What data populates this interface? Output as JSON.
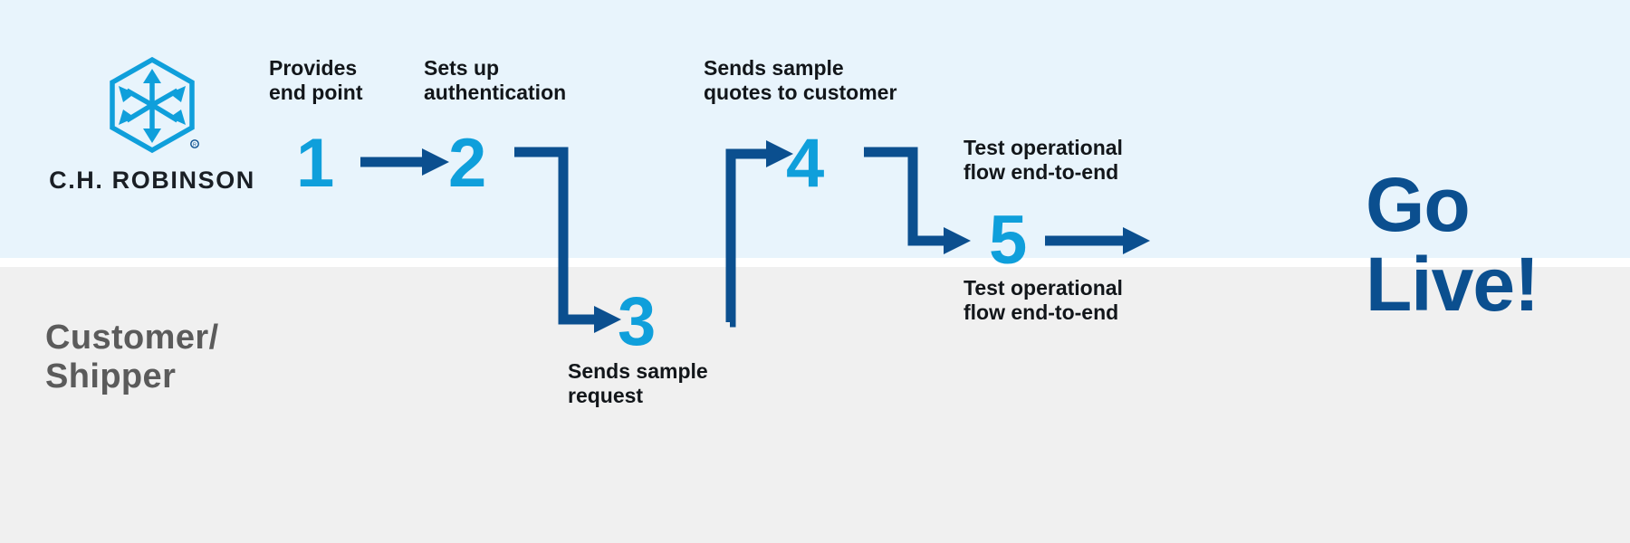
{
  "diagram": {
    "title": "C.H. Robinson API onboarding process flow",
    "lanes": [
      {
        "id": "provider",
        "label": "",
        "band_color": "#e8f4fc"
      },
      {
        "id": "customer",
        "label": "Customer/\nShipper",
        "band_color": "#f0f0f0"
      }
    ],
    "brand": {
      "logo_icon": "ch-robinson-hexagon-logo",
      "wordmark": "C.H. ROBINSON",
      "registered_mark": "®"
    },
    "colors": {
      "band_top": "#e8f4fc",
      "band_bottom": "#f0f0f0",
      "numeral_blue": "#0f9fdb",
      "arrow_blue": "#0b4f8f",
      "golive_blue": "#0b4f8f",
      "caption_black": "#12161a",
      "lane_label_gray": "#5b5b5b",
      "wordmark_black": "#1a1f25"
    },
    "steps": [
      {
        "number": "1",
        "caption_above": "Provides\nend point",
        "caption_below": "",
        "lane": "provider"
      },
      {
        "number": "2",
        "caption_above": "Sets up\nauthentication",
        "caption_below": "",
        "lane": "provider"
      },
      {
        "number": "3",
        "caption_above": "",
        "caption_below": "Sends sample\nrequest",
        "lane": "customer"
      },
      {
        "number": "4",
        "caption_above": "Sends sample\nquotes to customer",
        "caption_below": "",
        "lane": "provider"
      },
      {
        "number": "5",
        "caption_above": "Test operational\nflow end-to-end",
        "caption_below": "Test operational\nflow end-to-end",
        "lane": "boundary"
      }
    ],
    "outcome": {
      "label": "Go\nLive!"
    },
    "connectors": [
      {
        "from": "1",
        "to": "2",
        "shape": "straight-right"
      },
      {
        "from": "2",
        "to": "3",
        "shape": "right-down-right"
      },
      {
        "from": "3",
        "to": "4",
        "shape": "right-up-right"
      },
      {
        "from": "4",
        "to": "5",
        "shape": "right-down-right"
      },
      {
        "from": "5",
        "to": "outcome",
        "shape": "straight-right"
      }
    ]
  }
}
